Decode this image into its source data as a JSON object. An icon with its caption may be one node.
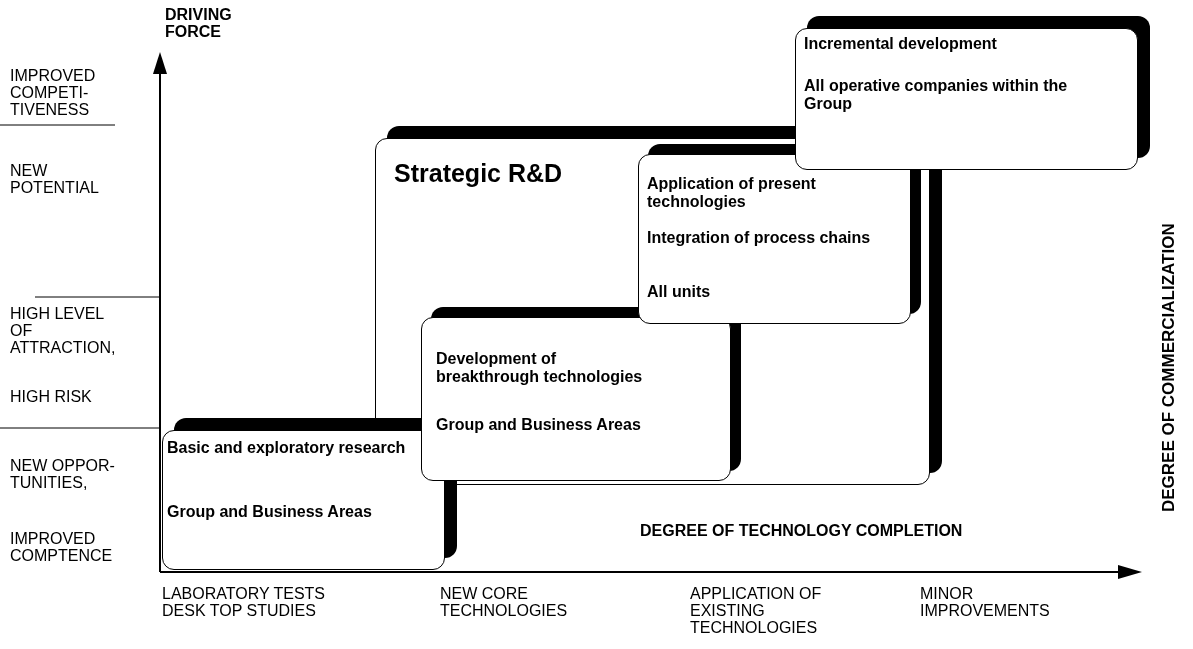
{
  "diagram": {
    "nodes": [
      {
        "text": [
          "Incremental development",
          "All operative companies within the Group"
        ]
      },
      {
        "text": [
          "Strategic R&D"
        ]
      },
      {
        "text": [
          "Application of present technologies",
          "Integration of process chains",
          "All units"
        ],
        "in": 1
      },
      {
        "text": [
          "Development of breakthrough technologies",
          "Group and Business Areas"
        ],
        "in": 1
      },
      {
        "text": [
          "Basic and exploratory research",
          "Group and Business Areas"
        ]
      }
    ],
    "labels": [
      "DRIVING FORCE",
      "IMPROVED COMPETI- TIVENESS",
      "NEW POTENTIAL",
      "HIGH LEVEL OF ATTRACTION,",
      "HIGH RISK",
      "NEW OPPOR- TUNITIES,",
      "IMPROVED COMPTENCE",
      "DEGREE OF TECHNOLOGY COMPLETION",
      "LABORATORY TESTS DESK TOP STUDIES",
      "NEW CORE TECHNOLOGIES",
      "APPLICATION OF EXISTING TECHNOLOGIES",
      "MINOR IMPROVEMENTS",
      "DEGREE OF COMMERCIALIZATION"
    ]
  }
}
